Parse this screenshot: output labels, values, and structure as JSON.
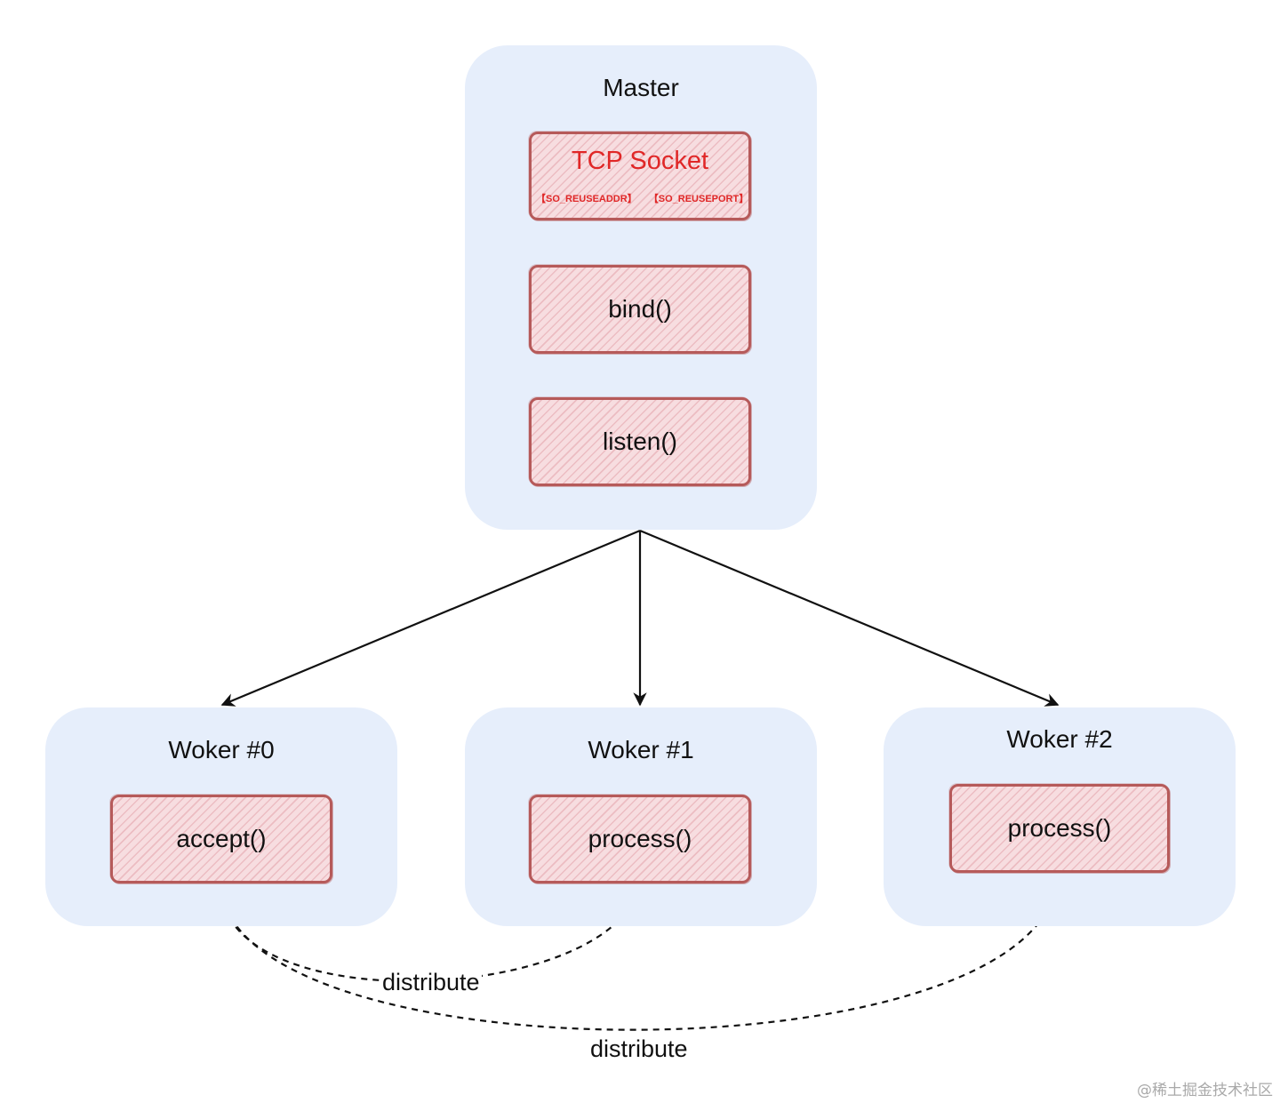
{
  "master": {
    "title": "Master",
    "socket": {
      "title": "TCP Socket",
      "flag_reuseaddr": "【SO_REUSEADDR】",
      "flag_reuseport": "【SO_REUSEPORT】"
    },
    "steps": {
      "bind": "bind()",
      "listen": "listen()"
    }
  },
  "workers": [
    {
      "title": "Woker #0",
      "step": "accept()"
    },
    {
      "title": "Woker #1",
      "step": "process()"
    },
    {
      "title": "Woker #2",
      "step": "process()"
    }
  ],
  "edges": {
    "distribute_near": "distribute",
    "distribute_far": "distribute"
  },
  "colors": {
    "container_fill": "#e6eefb",
    "step_fill": "#f7dde0",
    "step_border": "#b65a5a",
    "socket_text": "#e02727",
    "arrow": "#111111"
  },
  "watermark": "@稀土掘金技术社区"
}
